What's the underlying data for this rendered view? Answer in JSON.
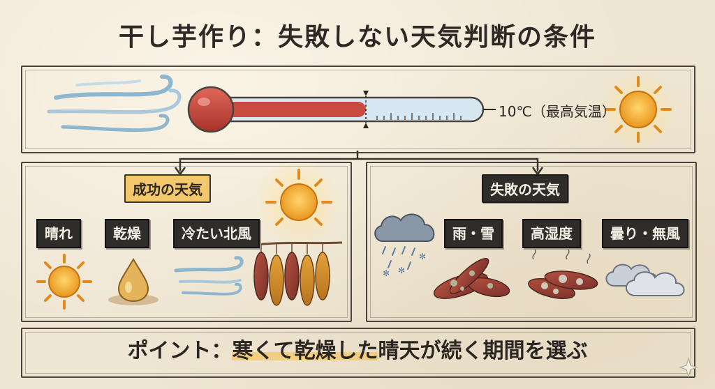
{
  "title": "干し芋作り：失敗しない天気判断の条件",
  "thermometer": {
    "label": "10℃（最高気温）"
  },
  "success": {
    "heading": "成功の天気",
    "conditions": [
      "晴れ",
      "乾燥",
      "冷たい北風"
    ]
  },
  "failure": {
    "heading": "失敗の天気",
    "conditions": [
      "雨・雪",
      "高湿度",
      "曇り・無風"
    ]
  },
  "point": {
    "prefix": "ポイント：",
    "highlight": "寒くて乾燥した",
    "suffix": "晴天が続く期間を選ぶ"
  },
  "icons": [
    "wind-icon",
    "sun-icon",
    "water-drop-icon",
    "rain-snow-cloud-icon",
    "cloud-icon",
    "sweet-potato-icon"
  ],
  "colors": {
    "accent_yellow": "#f3c76b",
    "thermo_red": "#c94a3f",
    "dark_chip": "#2f2d2a"
  }
}
